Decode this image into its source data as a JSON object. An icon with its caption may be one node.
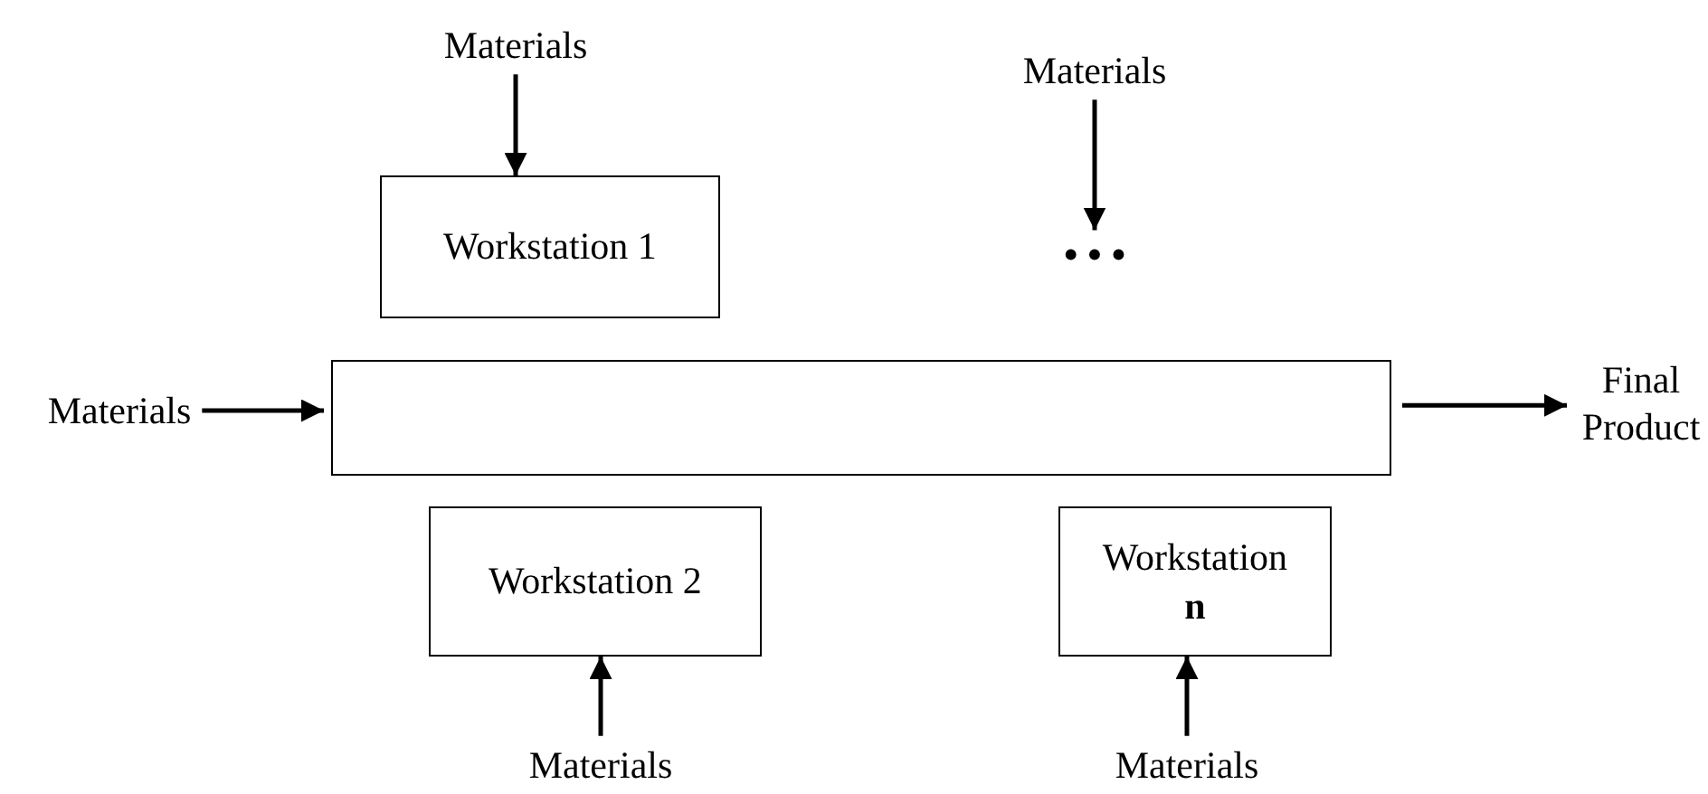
{
  "diagram": {
    "nodes": [
      {
        "text": [
          "Materials"
        ]
      },
      {
        "text": [
          "Workstation 1"
        ]
      },
      {
        "text": [
          "Materials"
        ]
      },
      {
        "text": [
          "• • •"
        ]
      },
      {
        "text": [
          "Materials"
        ]
      },
      {
        "text": [],
        "shape": "box"
      },
      {
        "text": [
          "Final Product"
        ]
      },
      {
        "text": [
          "Workstation 2"
        ]
      },
      {
        "text": [
          "Workstation **n**"
        ]
      },
      {
        "text": [
          "Materials"
        ]
      },
      {
        "text": [
          "Materials"
        ]
      }
    ],
    "edges": [
      {
        "from": 0,
        "to": 1,
        "arrow": "to"
      },
      {
        "from": 2,
        "to": 3,
        "arrow": "to"
      },
      {
        "from": 4,
        "to": 5,
        "arrow": "to"
      },
      {
        "from": 5,
        "to": 6,
        "arrow": "to"
      },
      {
        "from": 9,
        "to": 7,
        "arrow": "to"
      },
      {
        "from": 10,
        "to": 8,
        "arrow": "to"
      }
    ]
  }
}
